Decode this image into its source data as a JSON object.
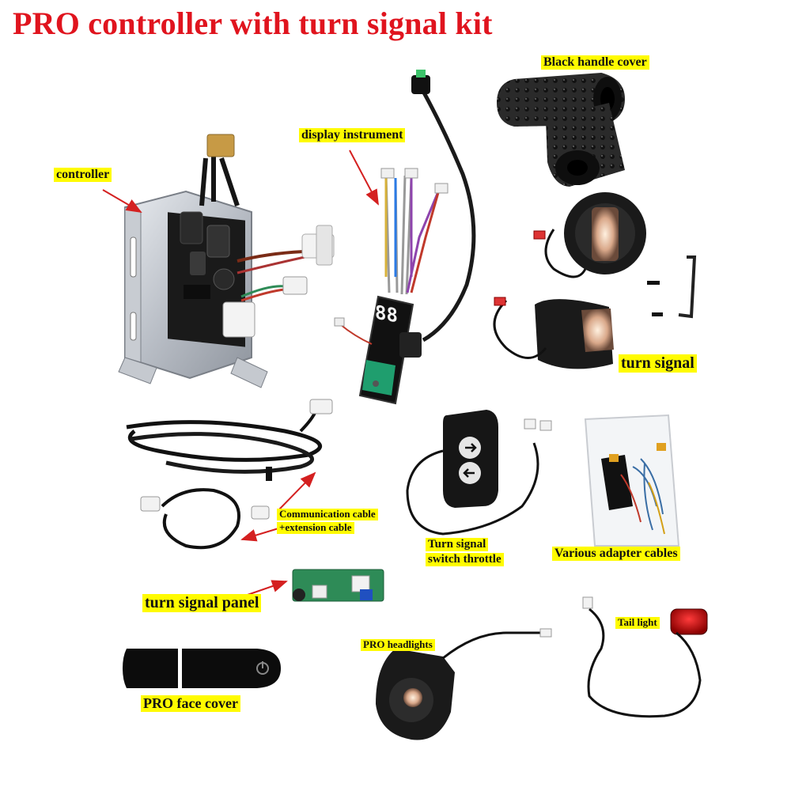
{
  "title": "PRO controller with turn signal kit",
  "labels": {
    "black_handle_cover": "Black handle cover",
    "display_instrument": "display instrument",
    "controller": "controller",
    "turn_signal": "turn signal",
    "communication_cable_line1": "Communication cable",
    "communication_cable_line2": "+extension cable",
    "turn_signal_switch_line1": "Turn signal",
    "turn_signal_switch_line2": "switch throttle",
    "various_adapter_cables": "Various adapter cables",
    "turn_signal_panel": "turn signal panel",
    "tail_light": "Tail light",
    "pro_headlights": "PRO headlights",
    "pro_face_cover": "PRO face cover"
  },
  "display_readout": "88",
  "colors": {
    "title": "#e0141e",
    "label_bg": "#fffb00",
    "arrow": "#d42020"
  }
}
